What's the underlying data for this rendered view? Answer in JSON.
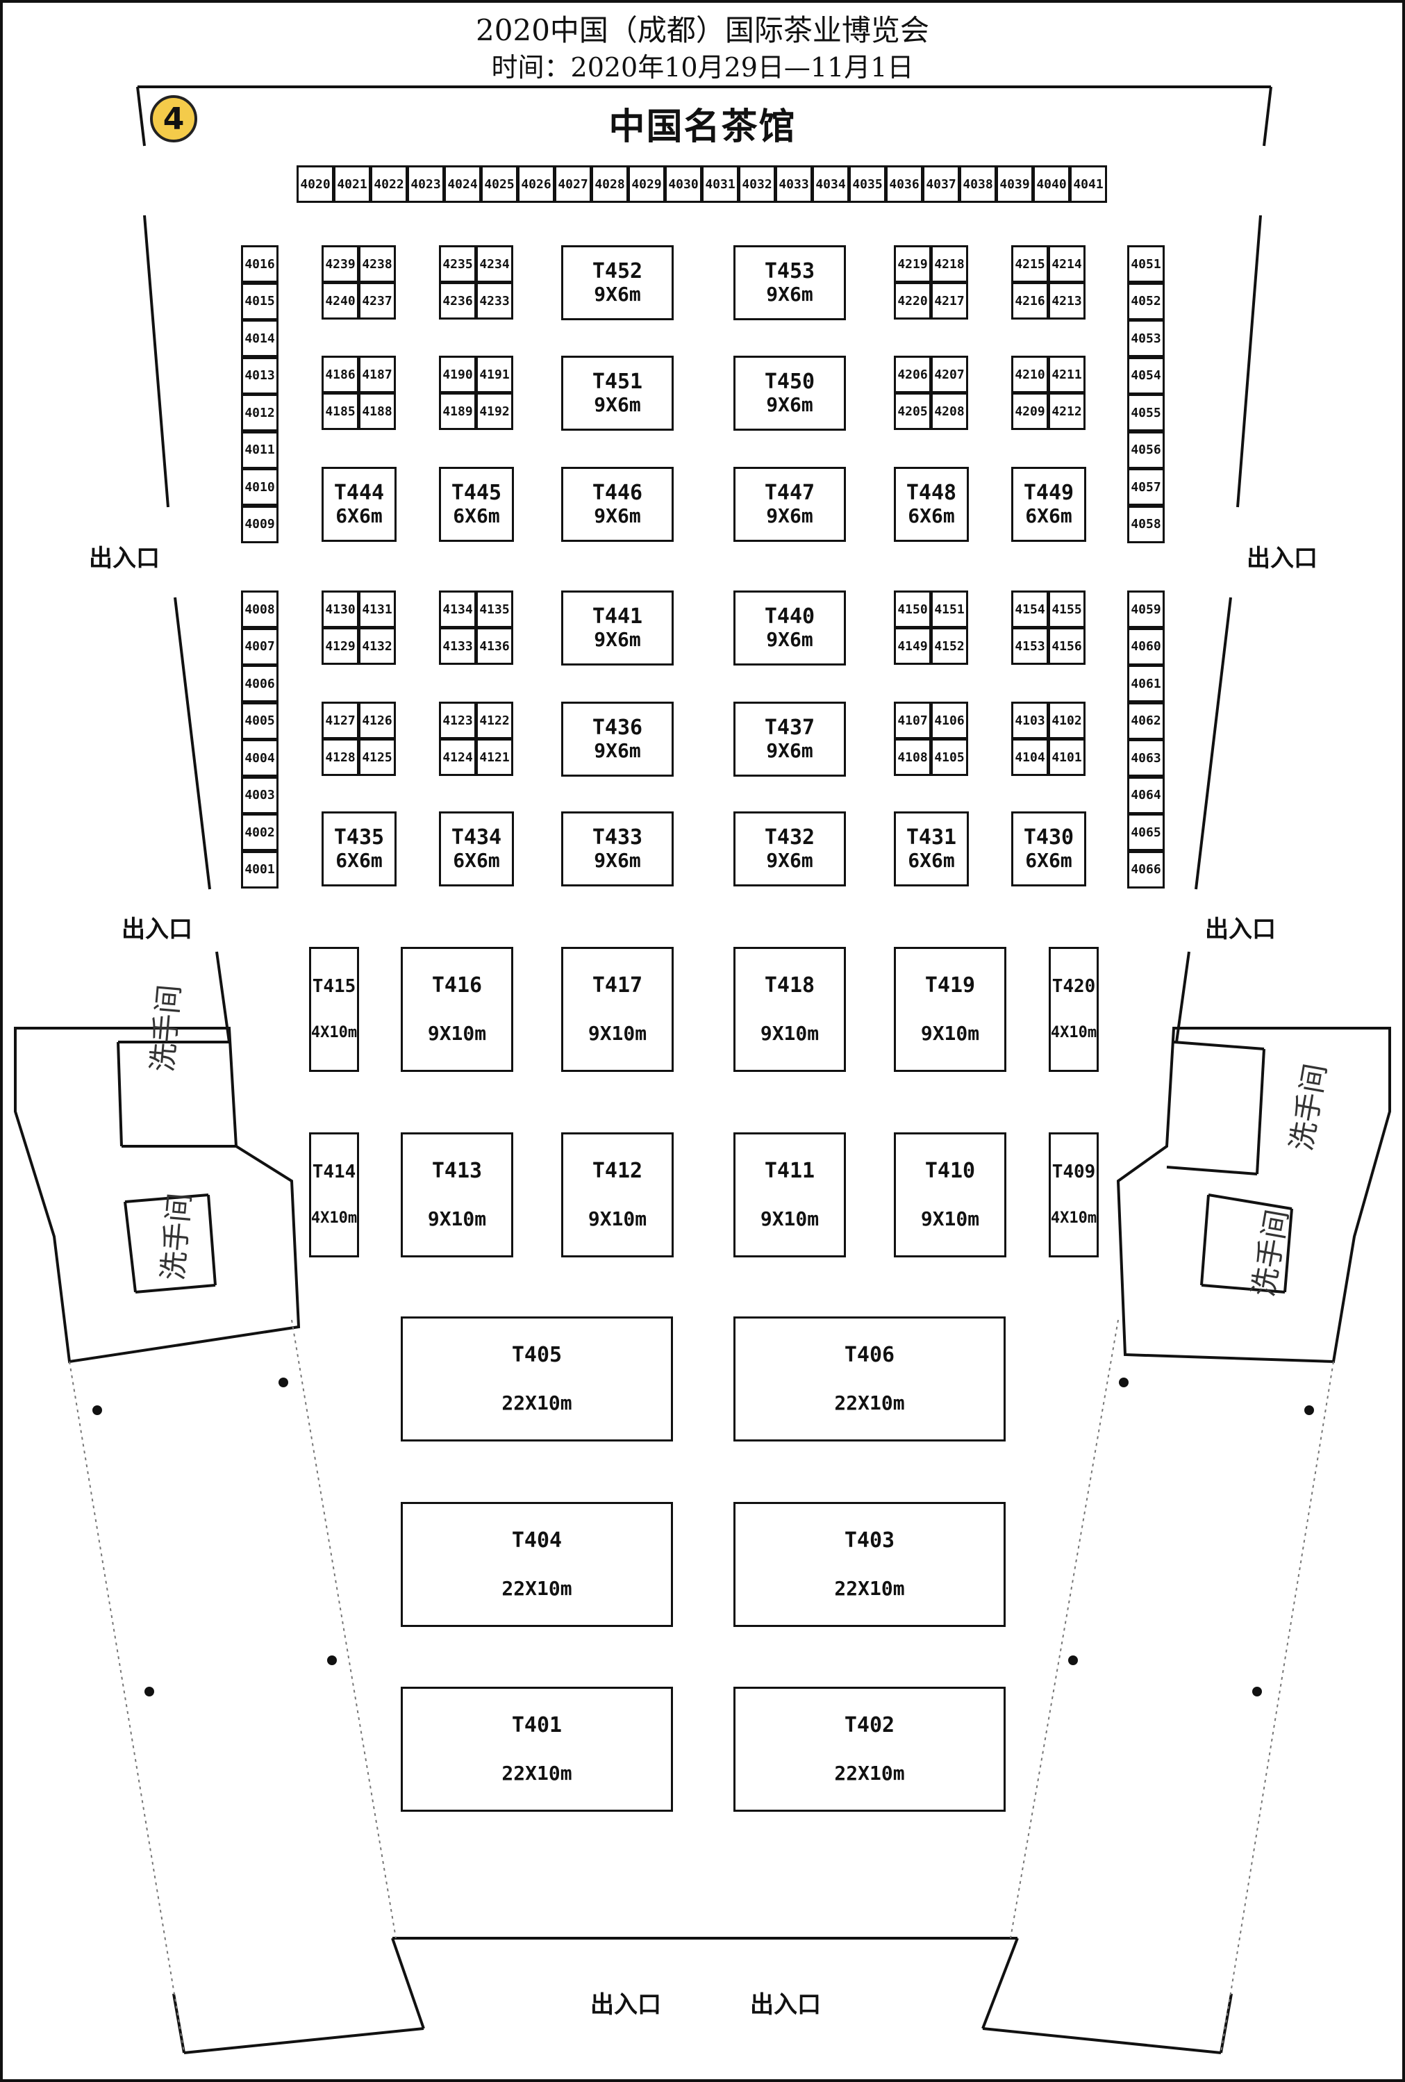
{
  "header": {
    "title": "2020中国（成都）国际茶业博览会",
    "time": "时间：2020年10月29日—11月1日",
    "hall_number": "4",
    "hall_name": "中国名茶馆"
  },
  "labels": {
    "exit": "出入口",
    "restroom": "洗手间"
  },
  "booths": {
    "top_row": [
      "4020",
      "4021",
      "4022",
      "4023",
      "4024",
      "4025",
      "4026",
      "4027",
      "4028",
      "4029",
      "4030",
      "4031",
      "4032",
      "4033",
      "4034",
      "4035",
      "4036",
      "4037",
      "4038",
      "4039",
      "4040",
      "4041"
    ],
    "left_col_upper": [
      "4016",
      "4015",
      "4014",
      "4013",
      "4012",
      "4011",
      "4010",
      "4009"
    ],
    "left_col_lower": [
      "4008",
      "4007",
      "4006",
      "4005",
      "4004",
      "4003",
      "4002",
      "4001"
    ],
    "right_col_upper": [
      "4051",
      "4052",
      "4053",
      "4054",
      "4055",
      "4056",
      "4057",
      "4058"
    ],
    "right_col_lower": [
      "4059",
      "4060",
      "4061",
      "4062",
      "4063",
      "4064",
      "4065",
      "4066"
    ],
    "quads": [
      [
        "4239",
        "4238",
        "4240",
        "4237"
      ],
      [
        "4235",
        "4234",
        "4236",
        "4233"
      ],
      [
        "4219",
        "4218",
        "4220",
        "4217"
      ],
      [
        "4215",
        "4214",
        "4216",
        "4213"
      ],
      [
        "4186",
        "4187",
        "4185",
        "4188"
      ],
      [
        "4190",
        "4191",
        "4189",
        "4192"
      ],
      [
        "4206",
        "4207",
        "4205",
        "4208"
      ],
      [
        "4210",
        "4211",
        "4209",
        "4212"
      ],
      [
        "4130",
        "4131",
        "4129",
        "4132"
      ],
      [
        "4134",
        "4135",
        "4133",
        "4136"
      ],
      [
        "4150",
        "4151",
        "4149",
        "4152"
      ],
      [
        "4154",
        "4155",
        "4153",
        "4156"
      ],
      [
        "4127",
        "4126",
        "4128",
        "4125"
      ],
      [
        "4123",
        "4122",
        "4124",
        "4121"
      ],
      [
        "4107",
        "4106",
        "4108",
        "4105"
      ],
      [
        "4103",
        "4102",
        "4104",
        "4101"
      ]
    ],
    "stands": [
      {
        "id": "T452",
        "size": "9X6m"
      },
      {
        "id": "T453",
        "size": "9X6m"
      },
      {
        "id": "T451",
        "size": "9X6m"
      },
      {
        "id": "T450",
        "size": "9X6m"
      },
      {
        "id": "T444",
        "size": "6X6m"
      },
      {
        "id": "T445",
        "size": "6X6m"
      },
      {
        "id": "T446",
        "size": "9X6m"
      },
      {
        "id": "T447",
        "size": "9X6m"
      },
      {
        "id": "T448",
        "size": "6X6m"
      },
      {
        "id": "T449",
        "size": "6X6m"
      },
      {
        "id": "T441",
        "size": "9X6m"
      },
      {
        "id": "T440",
        "size": "9X6m"
      },
      {
        "id": "T436",
        "size": "9X6m"
      },
      {
        "id": "T437",
        "size": "9X6m"
      },
      {
        "id": "T435",
        "size": "6X6m"
      },
      {
        "id": "T434",
        "size": "6X6m"
      },
      {
        "id": "T433",
        "size": "9X6m"
      },
      {
        "id": "T432",
        "size": "9X6m"
      },
      {
        "id": "T431",
        "size": "6X6m"
      },
      {
        "id": "T430",
        "size": "6X6m"
      },
      {
        "id": "T415",
        "size": "4X10m"
      },
      {
        "id": "T416",
        "size": "9X10m"
      },
      {
        "id": "T417",
        "size": "9X10m"
      },
      {
        "id": "T418",
        "size": "9X10m"
      },
      {
        "id": "T419",
        "size": "9X10m"
      },
      {
        "id": "T420",
        "size": "4X10m"
      },
      {
        "id": "T414",
        "size": "4X10m"
      },
      {
        "id": "T413",
        "size": "9X10m"
      },
      {
        "id": "T412",
        "size": "9X10m"
      },
      {
        "id": "T411",
        "size": "9X10m"
      },
      {
        "id": "T410",
        "size": "9X10m"
      },
      {
        "id": "T409",
        "size": "4X10m"
      },
      {
        "id": "T405",
        "size": "22X10m"
      },
      {
        "id": "T406",
        "size": "22X10m"
      },
      {
        "id": "T404",
        "size": "22X10m"
      },
      {
        "id": "T403",
        "size": "22X10m"
      },
      {
        "id": "T401",
        "size": "22X10m"
      },
      {
        "id": "T402",
        "size": "22X10m"
      }
    ]
  }
}
